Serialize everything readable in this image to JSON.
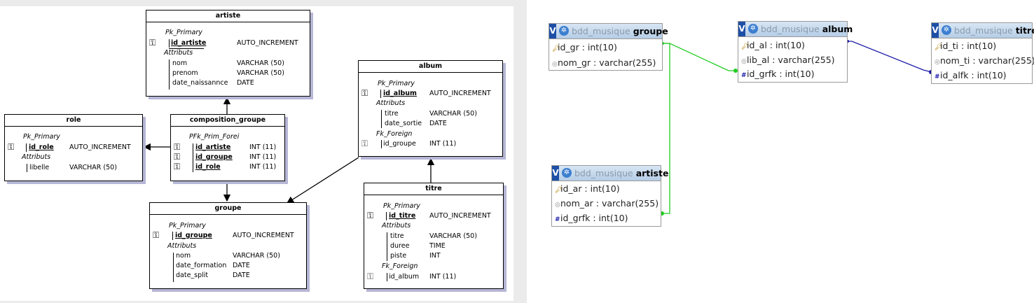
{
  "left": {
    "tables": {
      "artiste": {
        "title": "artiste",
        "pk_section": "Pk_Primary",
        "attr_section": "Attributs",
        "pk": {
          "name": "id_artiste",
          "type": "AUTO_INCREMENT"
        },
        "attrs": [
          {
            "name": "nom",
            "type": "VARCHAR (50)"
          },
          {
            "name": "prenom",
            "type": "VARCHAR (50)"
          },
          {
            "name": "date_naissannce",
            "type": "DATE"
          }
        ]
      },
      "role": {
        "title": "role",
        "pk_section": "Pk_Primary",
        "attr_section": "Attributs",
        "pk": {
          "name": "id_role",
          "type": "AUTO_INCREMENT"
        },
        "attrs": [
          {
            "name": "libelle",
            "type": "VARCHAR (50)"
          }
        ]
      },
      "composition": {
        "title": "composition_groupe",
        "pfk_section": "PFk_Prim_Forei",
        "keys": [
          {
            "name": "id_artiste",
            "type": "INT (11)"
          },
          {
            "name": "id_groupe",
            "type": "INT (11)"
          },
          {
            "name": "id_role",
            "type": "INT (11)"
          }
        ]
      },
      "groupe": {
        "title": "groupe",
        "pk_section": "Pk_Primary",
        "attr_section": "Attributs",
        "pk": {
          "name": "id_groupe",
          "type": "AUTO_INCREMENT"
        },
        "attrs": [
          {
            "name": "nom",
            "type": "VARCHAR (50)"
          },
          {
            "name": "date_formation",
            "type": "DATE"
          },
          {
            "name": "date_split",
            "type": "DATE"
          }
        ]
      },
      "album": {
        "title": "album",
        "pk_section": "Pk_Primary",
        "attr_section": "Attributs",
        "fk_section": "Fk_Foreign",
        "pk": {
          "name": "id_album",
          "type": "AUTO_INCREMENT"
        },
        "attrs": [
          {
            "name": "titre",
            "type": "VARCHAR (50)"
          },
          {
            "name": "date_sortie",
            "type": "DATE"
          }
        ],
        "fk": {
          "name": "id_groupe",
          "type": "INT (11)"
        }
      },
      "titre": {
        "title": "titre",
        "pk_section": "Pk_Primary",
        "attr_section": "Attributs",
        "fk_section": "Fk_Foreign",
        "pk": {
          "name": "id_titre",
          "type": "AUTO_INCREMENT"
        },
        "attrs": [
          {
            "name": "titre",
            "type": "VARCHAR (50)"
          },
          {
            "name": "duree",
            "type": "TIME"
          },
          {
            "name": "piste",
            "type": "INT"
          }
        ],
        "fk": {
          "name": "id_album",
          "type": "INT (11)"
        }
      }
    }
  },
  "right": {
    "db": "bdd_musique",
    "v_label": "V",
    "groupe": {
      "table": "groupe",
      "cols": [
        "id_gr : int(10)",
        "nom_gr : varchar(255)"
      ]
    },
    "album": {
      "table": "album",
      "cols": [
        "id_al : int(10)",
        "lib_al : varchar(255)",
        "id_grfk : int(10)"
      ]
    },
    "titre": {
      "table": "titre",
      "cols": [
        "id_ti : int(10)",
        "nom_ti : varchar(255)",
        "id_alfk : int(10)"
      ]
    },
    "artiste": {
      "table": "artiste",
      "cols": [
        "id_ar : int(10)",
        "nom_ar : varchar(255)",
        "id_grfk : int(10)"
      ]
    },
    "colors": {
      "link_green": "#22cc22",
      "link_blue": "#1a1aa8",
      "header_blue": "#1d4fa6"
    }
  }
}
